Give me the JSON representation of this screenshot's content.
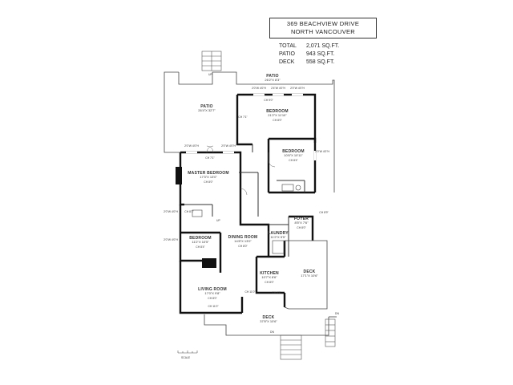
{
  "header": {
    "address_line1": "369 BEACHVIEW DRIVE",
    "address_line2": "NORTH VANCOUVER",
    "areas": [
      {
        "label": "TOTAL",
        "value": "2,071 SQ.FT."
      },
      {
        "label": "PATIO",
        "value": "943 SQ.FT."
      },
      {
        "label": "DECK",
        "value": "558 SQ.FT."
      }
    ]
  },
  "rooms": {
    "patio_top": {
      "name": "PATIO",
      "dims": "26'2\"X 8'3\""
    },
    "patio_left": {
      "name": "PATIO",
      "dims": "26'4\"X 32'7\""
    },
    "bedroom_top": {
      "name": "BEDROOM",
      "dims": "21'2\"X 11'10\"",
      "ceiling": "CH 8'0\""
    },
    "bedroom_right": {
      "name": "BEDROOM",
      "dims": "10'6\"X 10'11\"",
      "ceiling": "CH 8'4\""
    },
    "master_bedroom": {
      "name": "MASTER BEDROOM",
      "dims": "17'3\"X 13'0\"",
      "ceiling": "CH 8'0\""
    },
    "bedroom_left": {
      "name": "BEDROOM",
      "dims": "11'2\"X 10'5\"",
      "ceiling": "CH 8'4\""
    },
    "dining_room": {
      "name": "DINING ROOM",
      "dims": "14'8\"X 13'0\"",
      "ceiling": "CH 8'0\""
    },
    "laundry": {
      "name": "LAUNDRY",
      "dims": "11'2\"X 5'5\""
    },
    "foyer": {
      "name": "FOYER",
      "dims": "8'5\"X 7'6\"",
      "ceiling": "CH 8'0\""
    },
    "kitchen": {
      "name": "KITCHEN",
      "dims": "10'7\"X 8'6\"",
      "ceiling": "CH 8'0\""
    },
    "deck_right": {
      "name": "DECK",
      "dims": "17'1\"X 10'6\""
    },
    "living_room": {
      "name": "LIVING ROOM",
      "dims": "17'0\"X 9'8\"",
      "ceiling": "CH 8'0\""
    },
    "deck_bottom": {
      "name": "DECK",
      "dims": "37'8\"X 10'6\""
    }
  },
  "labels": {
    "up": "UP",
    "dn": "DN",
    "ch_11": "CH 11'0\"",
    "ch_9": "CH 9'0\"",
    "ch_7": "CH 7'1\"",
    "ch_8_9": "CH 8'9\"",
    "ch_8_1": "CH 8'1\"",
    "ch_8_4": "CH 8'4\"",
    "ch_6_5": "CH 6'5\"",
    "win_a": "2'0\"W 4'0\"H",
    "win_b": "2'4\"W 4'0\"H",
    "scale": "SCALE"
  }
}
